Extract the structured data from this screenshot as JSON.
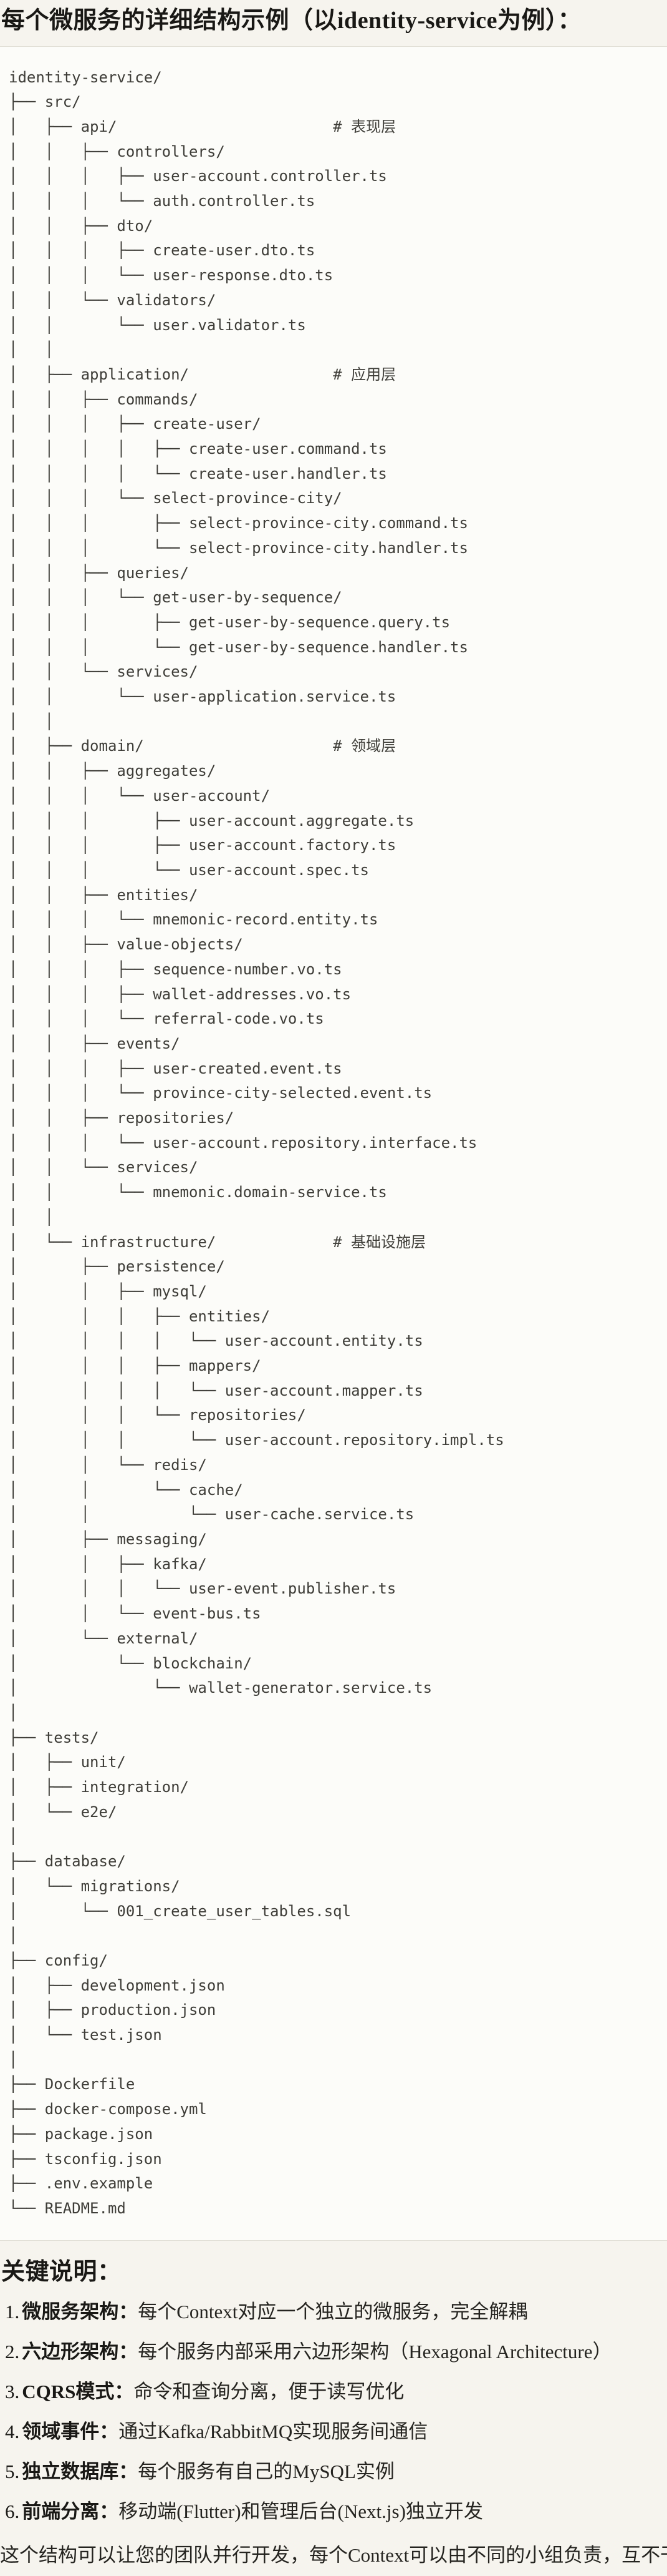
{
  "page": {
    "title": "每个微服务的详细结构示例（以identity-service为例）：",
    "section_heading": "关键说明：",
    "closing_paragraph": "这个结构可以让您的团队并行开发，每个Context可以由不同的小组负责，互不干扰。"
  },
  "colors": {
    "page_background": "#f6f4ee",
    "code_background": "#fcfcf9",
    "code_border": "#e2e0d7",
    "heading_text": "#191815",
    "tree_text": "#3e3d38",
    "body_text": "#252420"
  },
  "code_block": {
    "layer_comments": [
      "# 表现层",
      "# 应用层",
      "# 领域层",
      "# 基础设施层"
    ],
    "tree_lines": [
      "identity-service/",
      "├── src/",
      "│   ├── api/                        # 表现层",
      "│   │   ├── controllers/",
      "│   │   │   ├── user-account.controller.ts",
      "│   │   │   └── auth.controller.ts",
      "│   │   ├── dto/",
      "│   │   │   ├── create-user.dto.ts",
      "│   │   │   └── user-response.dto.ts",
      "│   │   └── validators/",
      "│   │       └── user.validator.ts",
      "│   │",
      "│   ├── application/                # 应用层",
      "│   │   ├── commands/",
      "│   │   │   ├── create-user/",
      "│   │   │   │   ├── create-user.command.ts",
      "│   │   │   │   └── create-user.handler.ts",
      "│   │   │   └── select-province-city/",
      "│   │   │       ├── select-province-city.command.ts",
      "│   │   │       └── select-province-city.handler.ts",
      "│   │   ├── queries/",
      "│   │   │   └── get-user-by-sequence/",
      "│   │   │       ├── get-user-by-sequence.query.ts",
      "│   │   │       └── get-user-by-sequence.handler.ts",
      "│   │   └── services/",
      "│   │       └── user-application.service.ts",
      "│   │",
      "│   ├── domain/                     # 领域层",
      "│   │   ├── aggregates/",
      "│   │   │   └── user-account/",
      "│   │   │       ├── user-account.aggregate.ts",
      "│   │   │       ├── user-account.factory.ts",
      "│   │   │       └── user-account.spec.ts",
      "│   │   ├── entities/",
      "│   │   │   └── mnemonic-record.entity.ts",
      "│   │   ├── value-objects/",
      "│   │   │   ├── sequence-number.vo.ts",
      "│   │   │   ├── wallet-addresses.vo.ts",
      "│   │   │   └── referral-code.vo.ts",
      "│   │   ├── events/",
      "│   │   │   ├── user-created.event.ts",
      "│   │   │   └── province-city-selected.event.ts",
      "│   │   ├── repositories/",
      "│   │   │   └── user-account.repository.interface.ts",
      "│   │   └── services/",
      "│   │       └── mnemonic.domain-service.ts",
      "│   │",
      "│   └── infrastructure/             # 基础设施层",
      "│       ├── persistence/",
      "│       │   ├── mysql/",
      "│       │   │   ├── entities/",
      "│       │   │   │   └── user-account.entity.ts",
      "│       │   │   ├── mappers/",
      "│       │   │   │   └── user-account.mapper.ts",
      "│       │   │   └── repositories/",
      "│       │   │       └── user-account.repository.impl.ts",
      "│       │   └── redis/",
      "│       │       └── cache/",
      "│       │           └── user-cache.service.ts",
      "│       ├── messaging/",
      "│       │   ├── kafka/",
      "│       │   │   └── user-event.publisher.ts",
      "│       │   └── event-bus.ts",
      "│       └── external/",
      "│           └── blockchain/",
      "│               └── wallet-generator.service.ts",
      "│",
      "├── tests/",
      "│   ├── unit/",
      "│   ├── integration/",
      "│   └── e2e/",
      "│",
      "├── database/",
      "│   └── migrations/",
      "│       └── 001_create_user_tables.sql",
      "│",
      "├── config/",
      "│   ├── development.json",
      "│   ├── production.json",
      "│   └── test.json",
      "│",
      "├── Dockerfile",
      "├── docker-compose.yml",
      "├── package.json",
      "├── tsconfig.json",
      "├── .env.example",
      "└── README.md"
    ]
  },
  "key_points": {
    "items": [
      {
        "num": "1.",
        "label": "微服务架构",
        "separator": "：",
        "text": "每个Context对应一个独立的微服务，完全解耦"
      },
      {
        "num": "2.",
        "label": "六边形架构",
        "separator": "：",
        "text": "每个服务内部采用六边形架构（Hexagonal Architecture）"
      },
      {
        "num": "3.",
        "label": "CQRS模式",
        "separator": "：",
        "text": "命令和查询分离，便于读写优化"
      },
      {
        "num": "4.",
        "label": "领域事件",
        "separator": "：",
        "text": "通过Kafka/RabbitMQ实现服务间通信"
      },
      {
        "num": "5.",
        "label": "独立数据库",
        "separator": "：",
        "text": "每个服务有自己的MySQL实例"
      },
      {
        "num": "6.",
        "label": "前端分离",
        "separator": "：",
        "text": "移动端(Flutter)和管理后台(Next.js)独立开发"
      }
    ]
  }
}
